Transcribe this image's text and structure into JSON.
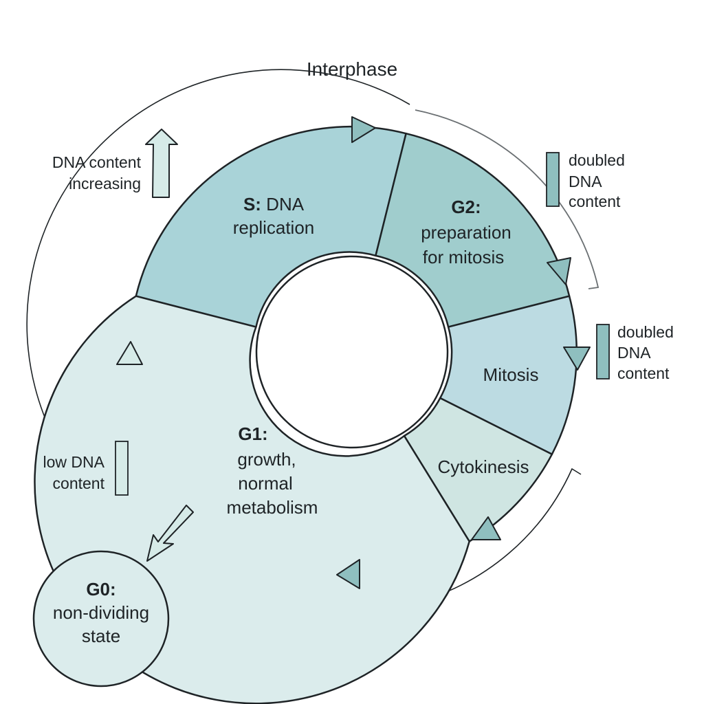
{
  "title": "Interphase",
  "colors": {
    "s_phase": "#a9d3d8",
    "g2_phase": "#a0cdcd",
    "mitosis": "#bcdbe2",
    "cytokinesis": "#cfe5e2",
    "g1_phase": "#dbecec",
    "g0": "#dbecec",
    "arrow_dark": "#8fbfbf",
    "arrow_light": "#d6ebe8",
    "outline": "#1e2326"
  },
  "phases": {
    "s": {
      "bold": "S:",
      "line1_rest": " DNA",
      "line2": "replication"
    },
    "g2": {
      "bold": "G2:",
      "line1": "preparation",
      "line2": "for mitosis"
    },
    "mitosis": {
      "label": "Mitosis"
    },
    "cytokinesis": {
      "label": "Cytokinesis"
    },
    "g1": {
      "bold": "G1:",
      "line1": "growth,",
      "line2": "normal",
      "line3": "metabolism"
    },
    "g0": {
      "bold": "G0:",
      "line1": "non-dividing",
      "line2": "state"
    }
  },
  "annotations": {
    "increasing": {
      "line1": "DNA content",
      "line2": "increasing"
    },
    "doubled_top": {
      "line1": "doubled",
      "line2": "DNA",
      "line3": "content"
    },
    "doubled_mid": {
      "line1": "doubled",
      "line2": "DNA",
      "line3": "content"
    },
    "low": {
      "line1": "low DNA",
      "line2": "content"
    }
  }
}
